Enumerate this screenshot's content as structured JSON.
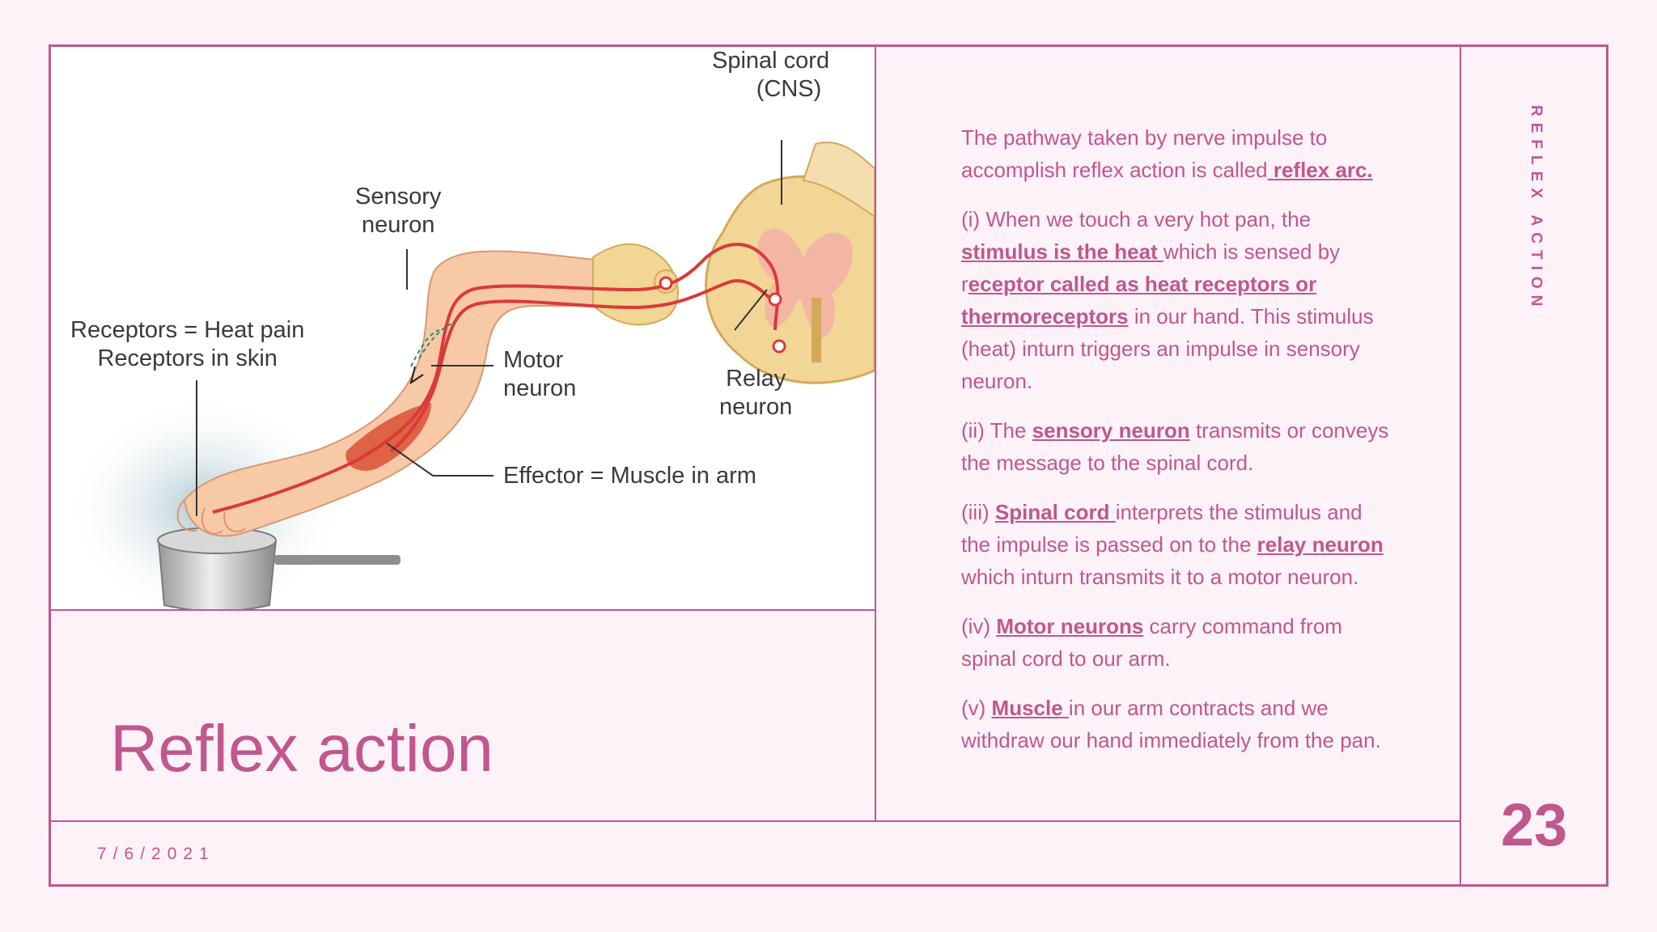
{
  "slide": {
    "title": "Reflex action",
    "date": "7/6/2021",
    "side_title": "REFLEX ACTION",
    "page_number": "23"
  },
  "diagram": {
    "label_spinal_line1": "Spinal cord",
    "label_spinal_line2": "(CNS)",
    "label_sensory_line1": "Sensory",
    "label_sensory_line2": "neuron",
    "label_receptors_line1": "Receptors = Heat pain",
    "label_receptors_line2": "Receptors in skin",
    "label_motor_line1": "Motor",
    "label_motor_line2": "neuron",
    "label_relay_line1": "Relay",
    "label_relay_line2": "neuron",
    "label_effector": "Effector = Muscle in arm"
  },
  "content": {
    "p1_text": "The pathway taken by nerve impulse to accomplish reflex action is called",
    "p1_link": " reflex arc.",
    "p2_prefix": "(i) When we touch a very hot pan, the ",
    "p2_link1": "stimulus is the heat ",
    "p2_mid1": "which is sensed by r",
    "p2_link2": "eceptor called as heat receptors or thermoreceptors",
    "p2_suffix": " in our hand. This stimulus (heat) inturn triggers an impulse in sensory neuron.",
    "p3_prefix": "(ii) The ",
    "p3_link": "sensory neuron",
    "p3_suffix": " transmits or conveys the message to the spinal cord.",
    "p4_prefix": "(iii) ",
    "p4_link1": "Spinal cord ",
    "p4_mid": "interprets the stimulus and the impulse is passed on to the ",
    "p4_link2": "relay neuron",
    "p4_suffix": " which inturn transmits it to a motor neuron.",
    "p5_prefix": "(iv) ",
    "p5_link": "Motor neurons",
    "p5_suffix": " carry command from spinal cord to our arm.",
    "p6_prefix": "(v) ",
    "p6_link": "Muscle ",
    "p6_suffix": "in our arm contracts and we withdraw our hand immediately from the pan."
  },
  "colors": {
    "accent": "#c0578d",
    "background": "#fcf2f8",
    "nerve_red": "#d93a3a",
    "cord_tan": "#f2d696"
  }
}
